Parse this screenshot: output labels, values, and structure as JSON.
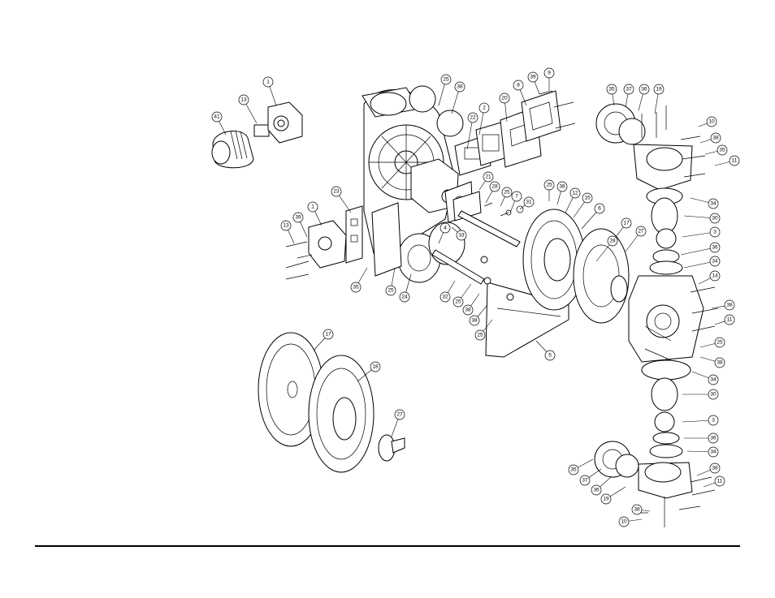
{
  "callouts": [
    {
      "id": "c-1a",
      "label": "1"
    },
    {
      "id": "c-13a",
      "label": "13"
    },
    {
      "id": "c-41",
      "label": "41"
    },
    {
      "id": "c-25a",
      "label": "25"
    },
    {
      "id": "c-38a",
      "label": "38"
    },
    {
      "id": "c-2",
      "label": "2"
    },
    {
      "id": "c-22a",
      "label": "22"
    },
    {
      "id": "c-20",
      "label": "20"
    },
    {
      "id": "c-8",
      "label": "8"
    },
    {
      "id": "c-39a",
      "label": "39"
    },
    {
      "id": "c-9",
      "label": "9"
    },
    {
      "id": "c-21",
      "label": "21"
    },
    {
      "id": "c-28a",
      "label": "28"
    },
    {
      "id": "c-25b",
      "label": "25"
    },
    {
      "id": "c-7",
      "label": "7"
    },
    {
      "id": "c-31",
      "label": "31"
    },
    {
      "id": "c-25c",
      "label": "25"
    },
    {
      "id": "c-38b",
      "label": "38"
    },
    {
      "id": "c-12",
      "label": "12"
    },
    {
      "id": "c-15",
      "label": "15"
    },
    {
      "id": "c-6",
      "label": "6"
    },
    {
      "id": "c-17a",
      "label": "17"
    },
    {
      "id": "c-27a",
      "label": "27"
    },
    {
      "id": "c-28b",
      "label": "28"
    },
    {
      "id": "c-23",
      "label": "23"
    },
    {
      "id": "c-1b",
      "label": "1"
    },
    {
      "id": "c-13b",
      "label": "13"
    },
    {
      "id": "c-39b",
      "label": "39"
    },
    {
      "id": "c-33",
      "label": "33"
    },
    {
      "id": "c-4",
      "label": "4"
    },
    {
      "id": "c-35a",
      "label": "35"
    },
    {
      "id": "c-25d",
      "label": "25"
    },
    {
      "id": "c-24",
      "label": "24"
    },
    {
      "id": "c-32",
      "label": "32"
    },
    {
      "id": "c-25e",
      "label": "25"
    },
    {
      "id": "c-38c",
      "label": "38"
    },
    {
      "id": "c-38d",
      "label": "38"
    },
    {
      "id": "c-25f",
      "label": "25"
    },
    {
      "id": "c-5",
      "label": "5"
    },
    {
      "id": "c-35b",
      "label": "35"
    },
    {
      "id": "c-37a",
      "label": "37"
    },
    {
      "id": "c-36a",
      "label": "36"
    },
    {
      "id": "c-19a",
      "label": "19"
    },
    {
      "id": "c-10a",
      "label": "10"
    },
    {
      "id": "c-38e",
      "label": "38"
    },
    {
      "id": "c-35c",
      "label": "35"
    },
    {
      "id": "c-11a",
      "label": "11"
    },
    {
      "id": "c-34a",
      "label": "34"
    },
    {
      "id": "c-30a",
      "label": "30"
    },
    {
      "id": "c-3a",
      "label": "3"
    },
    {
      "id": "c-36b",
      "label": "36"
    },
    {
      "id": "c-34b",
      "label": "34"
    },
    {
      "id": "c-14",
      "label": "14"
    },
    {
      "id": "c-38f",
      "label": "38"
    },
    {
      "id": "c-11b",
      "label": "11"
    },
    {
      "id": "c-25g",
      "label": "25"
    },
    {
      "id": "c-38g",
      "label": "38"
    },
    {
      "id": "c-34c",
      "label": "34"
    },
    {
      "id": "c-30b",
      "label": "30"
    },
    {
      "id": "c-3b",
      "label": "3"
    },
    {
      "id": "c-36c",
      "label": "36"
    },
    {
      "id": "c-34d",
      "label": "34"
    },
    {
      "id": "c-35d",
      "label": "35"
    },
    {
      "id": "c-37b",
      "label": "37"
    },
    {
      "id": "c-36d",
      "label": "36"
    },
    {
      "id": "c-19b",
      "label": "19"
    },
    {
      "id": "c-38h",
      "label": "38"
    },
    {
      "id": "c-11c",
      "label": "11"
    },
    {
      "id": "c-38i",
      "label": "38"
    },
    {
      "id": "c-10b",
      "label": "10"
    },
    {
      "id": "c-17b",
      "label": "17"
    },
    {
      "id": "c-18",
      "label": "18"
    },
    {
      "id": "c-27b",
      "label": "27"
    }
  ]
}
